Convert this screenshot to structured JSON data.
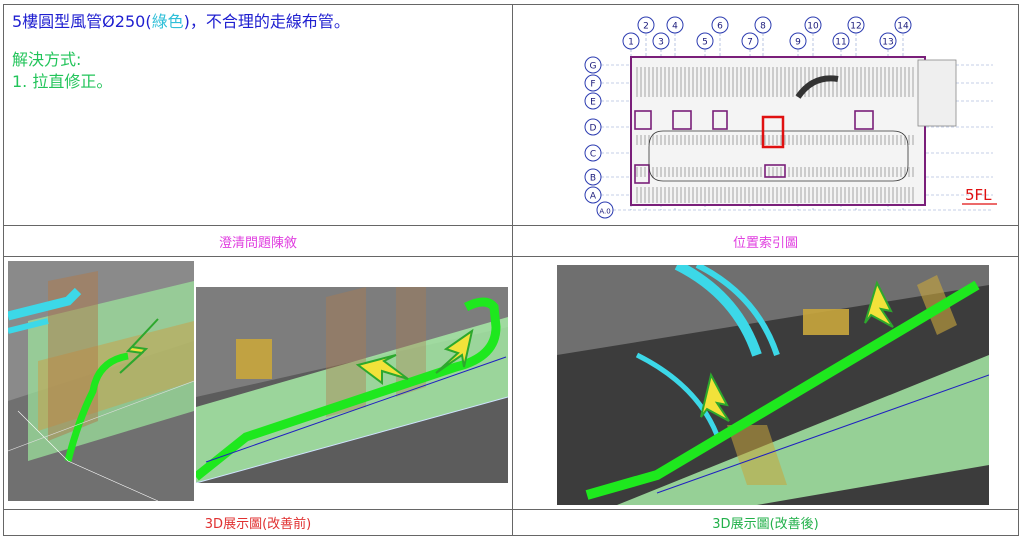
{
  "description": {
    "line1_prefix": "5樓圓型風管Ø250(",
    "line1_color_word": "綠色",
    "line1_suffix": ")，不合理的走線布管。",
    "solution_heading": "解決方式:",
    "solution_item": "1.   拉直修正。"
  },
  "captions": {
    "problem": "澄清問題陳敘",
    "location": "位置索引圖",
    "before": "3D展示圖(改善前)",
    "after": "3D展示圖(改善後)"
  },
  "plan": {
    "floor_label": "5FL",
    "col_top": [
      "2",
      "4",
      "6",
      "8",
      "10",
      "12",
      "14"
    ],
    "col_bottom": [
      "1",
      "3",
      "5",
      "7",
      "9",
      "11",
      "13"
    ],
    "rows": [
      "G",
      "F",
      "E",
      "D",
      "C",
      "B",
      "A",
      "A.0"
    ]
  },
  "colors": {
    "problem_caption": "#e040e0",
    "location_caption": "#e040e0",
    "before_caption": "#e03030",
    "after_caption": "#22b04a",
    "duct_green": "#1ee81e",
    "highlight_red": "#e01010"
  }
}
